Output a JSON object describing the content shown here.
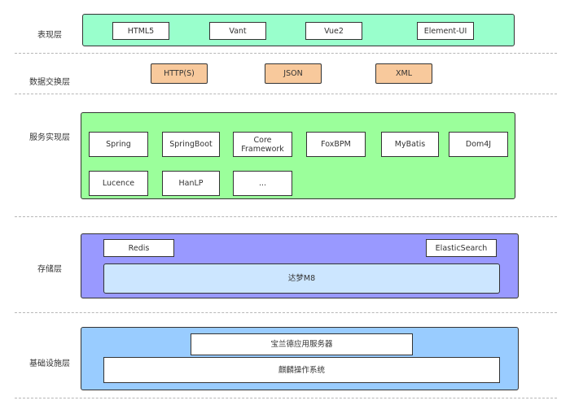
{
  "colors": {
    "presentation_bg": "#99ffcc",
    "exchange_box": "#f8c99c",
    "service_bg": "#9bff9b",
    "storage_bg": "#9999ff",
    "storage_inner": "#cce6ff",
    "infra_bg": "#99ccff"
  },
  "layers": {
    "presentation": {
      "label": "表现层",
      "items": [
        "HTML5",
        "Vant",
        "Vue2",
        "Element-UI"
      ]
    },
    "exchange": {
      "label": "数据交换层",
      "items": [
        "HTTP(S)",
        "JSON",
        "XML"
      ]
    },
    "service": {
      "label": "服务实现层",
      "items": [
        "Spring",
        "SpringBoot",
        "Core\nFramework",
        "FoxBPM",
        "MyBatis",
        "Dom4J",
        "Lucence",
        "HanLP",
        "..."
      ]
    },
    "storage": {
      "label": "存储层",
      "items": [
        "Redis",
        "ElasticSearch",
        "达梦M8"
      ]
    },
    "infrastructure": {
      "label": "基础设施层",
      "items": [
        "宝兰德应用服务器",
        "麒麟操作系统"
      ]
    }
  }
}
